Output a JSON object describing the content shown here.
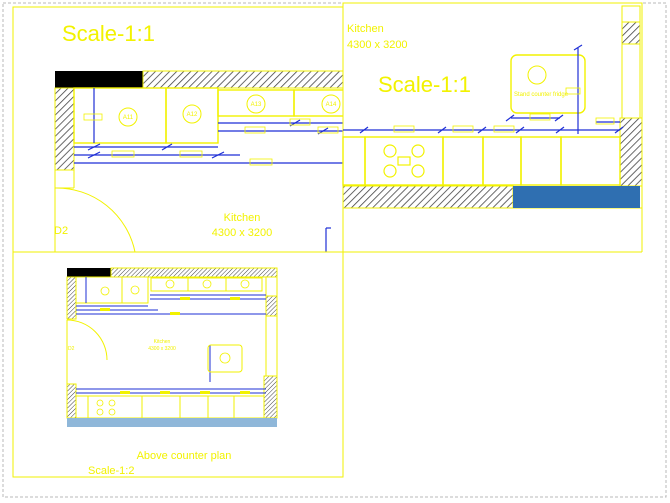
{
  "colors": {
    "background": "#ffffff",
    "line": "#f2f200",
    "dimension": "#1e2fd6",
    "page_border": "#b8b8b8",
    "fill_dark": "#000000",
    "fill_blue": "#2f6fb1"
  },
  "viewports": {
    "top_left": {
      "scale_label": "Scale-1:1",
      "room_name": "Kitchen",
      "room_size": "4300 x 3200",
      "door_tag": "D2",
      "cabinet_tags": [
        "A11",
        "A12",
        "A13",
        "A14"
      ]
    },
    "top_right": {
      "scale_label": "Scale-1:1",
      "room_name": "Kitchen",
      "room_size": "4300 x 3200",
      "appliance_label": "Stand counter fridge"
    },
    "bottom": {
      "plan_title": "Above counter plan",
      "scale_label": "Scale-1:2",
      "door_tag": "D2",
      "room_name": "Kitchen",
      "room_size": "4300 x 3200"
    }
  }
}
